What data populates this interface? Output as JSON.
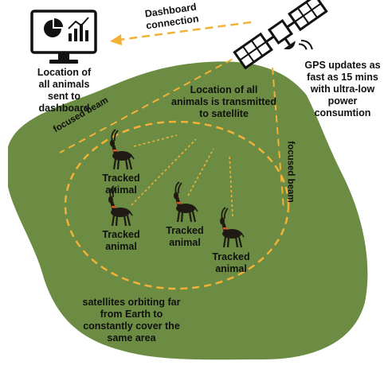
{
  "labels": {
    "dashboard_connection": [
      "Dashboard",
      "connection"
    ],
    "dashboard_caption": [
      "Location of",
      "all animals",
      "sent to",
      "dashboard"
    ],
    "gps_caption": [
      "GPS updates as",
      "fast as 15 mins",
      "with ultra-low",
      "power",
      "consumtion"
    ],
    "transmit_caption": [
      "Location of all",
      "animals is transmitted",
      "to satellite"
    ],
    "focused_beam_left": "focused beam",
    "focused_beam_right": "focused beam",
    "orbit_caption": [
      "satellites orbiting far",
      "from Earth to",
      "constantly cover the",
      "same area"
    ],
    "tracked_animal": [
      "Tracked",
      "animal"
    ]
  },
  "animals_count": 4,
  "colors": {
    "land": "#6b8c42",
    "beam": "#f2b137",
    "satellite": "#111111",
    "animal_body": "#1f1a14",
    "collar": "#d4572a"
  },
  "icons": [
    "monitor-dashboard-icon",
    "satellite-icon",
    "antelope-icon"
  ]
}
